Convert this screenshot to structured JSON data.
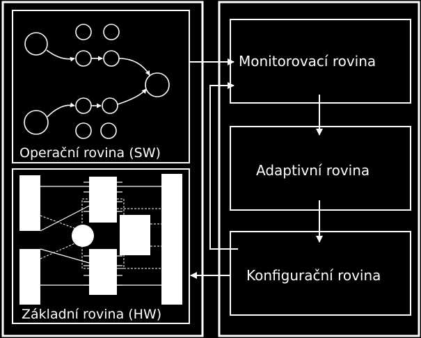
{
  "left_panel": {
    "operational_plane_label": "Operační rovina (SW)",
    "base_plane_label": "Základní rovina (HW)"
  },
  "right_panel": {
    "monitoring_plane_label": "Monitorovací rovina",
    "adaptive_plane_label": "Adaptivní rovina",
    "configuration_plane_label": "Konfigurační rovina"
  },
  "colors": {
    "background": "#000000",
    "foreground": "#ffffff"
  }
}
